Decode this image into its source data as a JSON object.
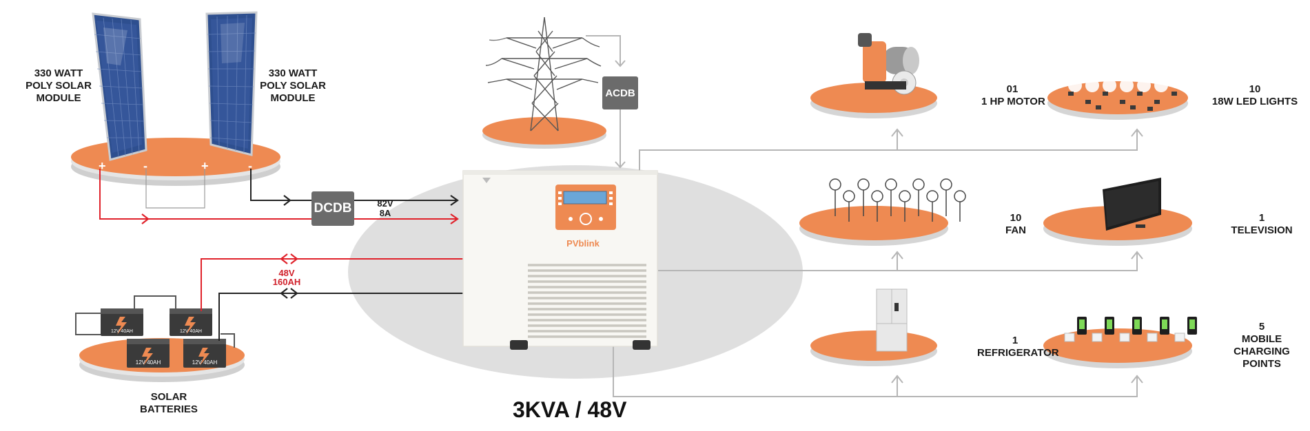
{
  "colors": {
    "accent": "#ee8a52",
    "wire_red": "#e0222b",
    "wire_black": "#222222",
    "line_grey": "#b5b5b5",
    "box_grey": "#6b6b6b"
  },
  "solar_left": {
    "line1": "330 WATT",
    "line2": "POLY SOLAR",
    "line3": "MODULE"
  },
  "solar_right": {
    "line1": "330 WATT",
    "line2": "POLY SOLAR",
    "line3": "MODULE"
  },
  "terminals": {
    "plus": "+",
    "minus": "-"
  },
  "dcdb": {
    "label": "DCDB",
    "v": "82V",
    "a": "8A"
  },
  "acdb": {
    "label": "ACDB"
  },
  "battery_bank": {
    "v": "48V",
    "ah": "160AH",
    "cell": "12V 40AH",
    "line1": "SOLAR",
    "line2": "BATTERIES"
  },
  "inverter": {
    "brand": "PVblink",
    "title": "3KVA / 48V"
  },
  "loads": [
    {
      "qty": "01",
      "name": "1 HP MOTOR"
    },
    {
      "qty": "10",
      "name": "18W LED LIGHTS"
    },
    {
      "qty": "10",
      "name": "FAN"
    },
    {
      "qty": "1",
      "name": "TELEVISION"
    },
    {
      "qty": "1",
      "name": "REFRIGERATOR"
    },
    {
      "qty": "5",
      "name": "MOBILE",
      "name2": "CHARGING",
      "name3": "POINTS"
    }
  ]
}
